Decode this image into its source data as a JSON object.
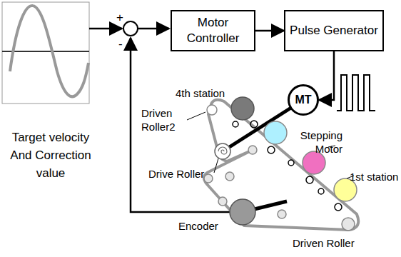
{
  "diagram": {
    "nodes": [
      {
        "text": [
          "Motor Controller"
        ]
      },
      {
        "text": [
          "Pulse Generator"
        ]
      },
      {
        "text": [
          "MT"
        ]
      }
    ],
    "edges": [
      {
        "from": 0,
        "to": 1,
        "arrow": "to"
      },
      {
        "from": 1,
        "to": 2,
        "arrow": "to"
      }
    ],
    "labels": [
      "+",
      "-",
      "Target velocity And Correction value",
      "4th station",
      "Driven Roller2",
      "Stepping Motor",
      "1st station",
      "Drive Roller",
      "Encoder",
      "Driven Roller"
    ]
  }
}
